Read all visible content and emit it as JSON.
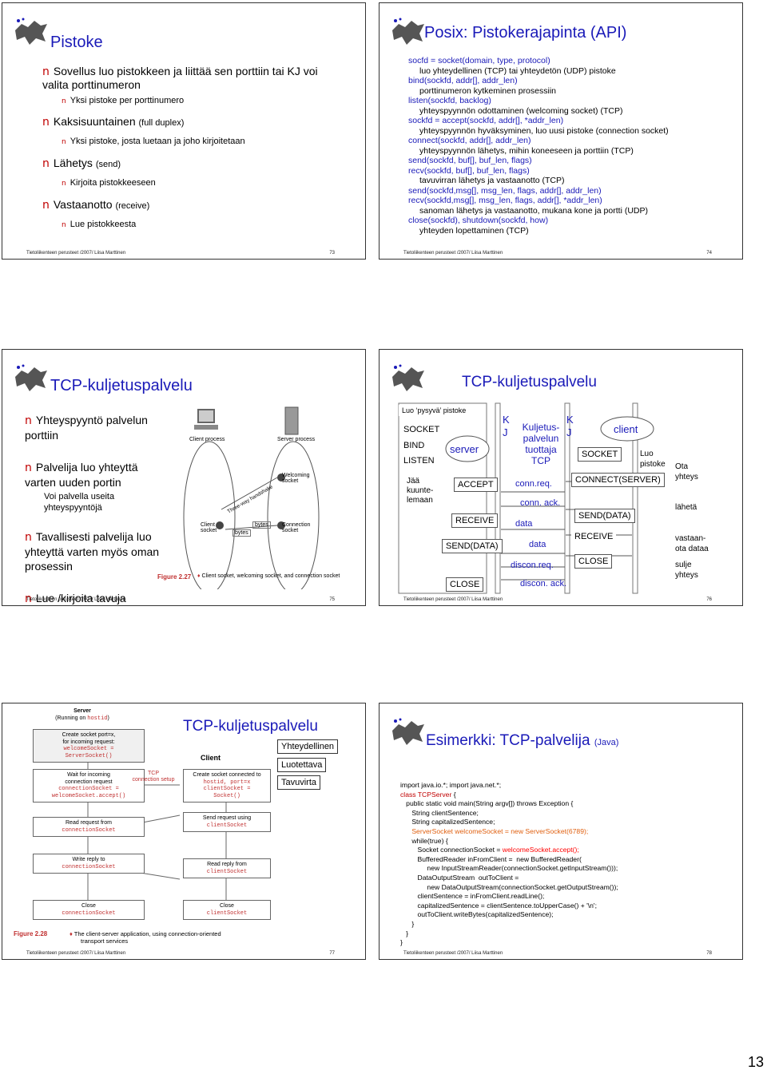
{
  "slides": [
    {
      "title": "Pistoke",
      "footer": "Tietoliikenteen perusteet /2007/  Liisa Marttinen",
      "page": "73",
      "items": [
        {
          "l": 1,
          "t": "Sovellus luo pistokkeen ja liittää sen porttiin tai KJ voi valita porttinumeron"
        },
        {
          "l": 2,
          "t": "Yksi pistoke per porttinumero"
        },
        {
          "l": 1,
          "t": "Kaksisuuntainen",
          "s": "(full duplex)"
        },
        {
          "l": 2,
          "t": "Yksi pistoke, josta luetaan ja joho kirjoitetaan"
        },
        {
          "l": 1,
          "t": "Lähetys",
          "s": "(send)"
        },
        {
          "l": 2,
          "t": "Kirjoita pistokkeeseen"
        },
        {
          "l": 1,
          "t": "Vastaanotto",
          "s": "(receive)"
        },
        {
          "l": 2,
          "t": "Lue pistokkeesta"
        }
      ]
    },
    {
      "title": "Posix: Pistokerajapinta (API)",
      "footer": "Tietoliikenteen perusteet /2007/  Liisa Marttinen",
      "page": "74",
      "lines": [
        {
          "c": "blue",
          "t": "socfd = socket(domain, type, protocol)"
        },
        {
          "c": "blk",
          "t": "luo yhteydellinen (TCP) tai yhteydetön  (UDP) pistoke"
        },
        {
          "c": "blue",
          "t": "bind(sockfd, addr[], addr_len)"
        },
        {
          "c": "blk",
          "t": "porttinumeron kytkeminen prosessiin"
        },
        {
          "c": "blue",
          "t": "listen(sockfd, backlog)"
        },
        {
          "c": "blk",
          "t": "yhteyspyynnön odottaminen (welcoming socket) (TCP)"
        },
        {
          "c": "blue",
          "t": "sockfd = accept(sockfd, addr[], *addr_len)"
        },
        {
          "c": "blk",
          "t": "yhteyspyynnön hyväksyminen, luo uusi pistoke (connection socket)"
        },
        {
          "c": "blue",
          "t": "connect(sockfd, addr[], addr_len)"
        },
        {
          "c": "blk",
          "t": "yhteyspyynnön lähetys, mihin koneeseen ja porttiin (TCP)"
        },
        {
          "c": "blue",
          "t": "send(sockfd, buf[], buf_len, flags)"
        },
        {
          "c": "blue",
          "t": "recv(sockfd, buf[], buf_len, flags)"
        },
        {
          "c": "blk",
          "t": "tavuvirran lähetys ja vastaanotto (TCP)"
        },
        {
          "c": "blue",
          "t": "send(sockfd,msg[], msg_len, flags, addr[], addr_len)"
        },
        {
          "c": "blue",
          "t": "recv(sockfd,msg[], msg_len, flags, addr[], *addr_len)"
        },
        {
          "c": "blk",
          "t": "sanoman lähetys ja vastaanotto, mukana kone  ja portti (UDP)"
        },
        {
          "c": "blue",
          "t": "close(sockfd), shutdown(sockfd, how)"
        },
        {
          "c": "blk",
          "t": "yhteyden lopettaminen (TCP)"
        }
      ]
    },
    {
      "title": "TCP-kuljetuspalvelu",
      "footer": "Tietoliikenteen perusteet /2007/  Liisa Marttinen",
      "page": "75",
      "items": [
        {
          "l": 1,
          "t": "Yhteyspyyntö palvelun porttiin"
        },
        {
          "l": 1,
          "t": "Palvelija luo yhteyttä varten uuden portin"
        },
        {
          "l": 3,
          "t": "Voi palvella useita yhteyspyyntöjä"
        },
        {
          "l": 1,
          "t": "Tavallisesti palvelija luo yhteyttä varten myös oman prosessin"
        },
        {
          "l": 1,
          "t": "Lue /kirjoita tavuja"
        }
      ],
      "fig": {
        "client_process": "Client process",
        "server_process": "Server process",
        "welcoming": "Welcoming socket",
        "handshake": "Three-way handshake",
        "client_socket": "Client socket",
        "bytes1": "bytes",
        "bytes2": "bytes",
        "connection": "Connection socket",
        "caption_num": "Figure 2.27",
        "caption": "Client socket, welcoming socket, and connection socket"
      }
    },
    {
      "title": "TCP-kuljetuspalvelu",
      "footer": "Tietoliikenteen perusteet /2007/  Liisa Marttinen",
      "page": "76",
      "diag": {
        "luo": "Luo ‘pysyvä’ pistoke",
        "socket": "SOCKET",
        "bind": "BIND",
        "listen": "LISTEN",
        "jaa": "Jää kuunte-lemaan",
        "server": "server",
        "accept": "ACCEPT",
        "receive": "RECEIVE",
        "senddata": "SEND(DATA)",
        "close": "CLOSE",
        "k1": "K",
        "j1": "J",
        "kulj": "Kuljetus-palvelun tuottaja TCP",
        "connreq": "conn.req.",
        "connack": "conn. ack.",
        "data1": "data",
        "data2": "data",
        "disconreq": "discon.req.",
        "disconack": "discon. ack.",
        "k2": "K",
        "j2": "J",
        "client": "client",
        "csocket": "SOCKET",
        "luop": "Luo pistoke",
        "connect": "CONNECT(SERVER)",
        "csend": "SEND(DATA)",
        "creceive": "RECEIVE",
        "cclose": "CLOSE",
        "ota": "Ota yhteys",
        "laheta": "lähetä",
        "vast": "vastaan-ota dataa",
        "sulje": "sulje yhteys"
      }
    },
    {
      "title": "TCP-kuljetuspalvelu",
      "footer": "Tietoliikenteen perusteet /2007/  Liisa Marttinen",
      "page": "77",
      "diag": {
        "server_hdr": "Server",
        "server_sub": "(Running on ",
        "hostid": "hostid",
        "close_paren": ")",
        "create_ws": "Create  socket port=x,",
        "for_incoming": "for incoming request:",
        "ws_eq": "welcomeSocket =",
        "ss": "ServerSocket()",
        "wait": "Wait for incoming",
        "conn_req": "connection request",
        "cs_eq": "connectionSocket =",
        "ws_acc": "welcomeSocket.accept()",
        "tcp_setup1": "TCP",
        "tcp_setup2": "connection setup",
        "client": "Client",
        "create_cs": "Create socket connected to",
        "hostid_port": "hostid, port=x",
        "cs2": "clientSocket =",
        "sock": "Socket()",
        "read_req": "Read request from",
        "conn_sock": "connectionSocket",
        "send_req": "Send request using",
        "client_sock": "clientSocket",
        "write_reply": "Write reply to",
        "conn_sock2": "connectionSocket",
        "read_reply": "Read reply from",
        "client_sock2": "clientSocket",
        "close": "Close",
        "conn_sock3": "connectionSocket",
        "close2": "Close",
        "client_sock3": "clientSocket",
        "fig_num": "Figure 2.28",
        "fig_cap1": "The client-server application, using connection-oriented",
        "fig_cap2": "transport services",
        "yht": "Yhteydellinen",
        "luot": "Luotettava",
        "tavu": "Tavuvirta"
      }
    },
    {
      "title": "Esimerkki: TCP-palvelija",
      "title_sub": "(Java)",
      "footer": "Tietoliikenteen perusteet /2007/  Liisa Marttinen",
      "page": "78"
    }
  ],
  "page_number": "13"
}
